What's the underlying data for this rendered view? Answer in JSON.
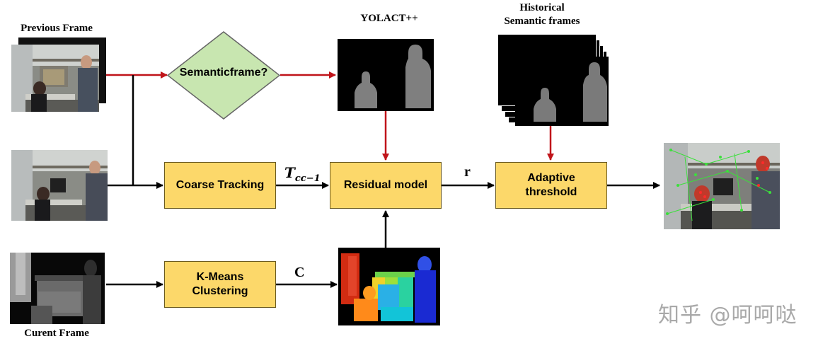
{
  "labels": {
    "previous_frame": "Previous Frame",
    "current_frame": "Curent Frame",
    "yolact": "YOLACT++",
    "historical_line1": "Historical",
    "historical_line2": "Semantic frames"
  },
  "nodes": {
    "decision": "Semanticframe?",
    "coarse_tracking": "Coarse Tracking",
    "residual_model": "Residual model",
    "adaptive_line1": "Adaptive",
    "adaptive_line2": "threshold",
    "kmeans_line1": "K-Means",
    "kmeans_line2": "Clustering"
  },
  "edge_labels": {
    "t_main": "T",
    "t_sub": "cc−1",
    "r": "r",
    "c": "C"
  },
  "watermark": "知乎 @呵呵哒",
  "colors": {
    "box_fill": "#fcd86a",
    "decision_fill": "#c8e6b0",
    "red_arrow": "#c0141a",
    "black_arrow": "#000000"
  }
}
